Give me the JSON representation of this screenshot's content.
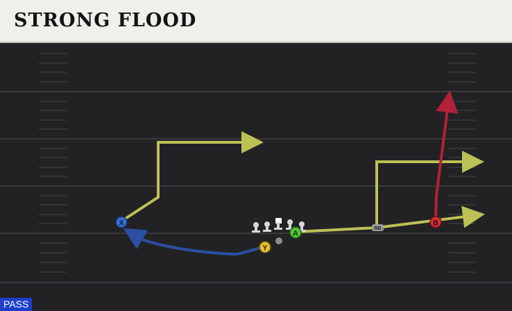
{
  "play": {
    "title": "STRONG FLOOD",
    "mode": "PASS"
  },
  "players": [
    {
      "id": "X",
      "label": "X",
      "color": "#3b6fd6"
    },
    {
      "id": "Y",
      "label": "Y",
      "color": "#e8c130"
    },
    {
      "id": "A",
      "label": "A",
      "color": "#55c43a"
    },
    {
      "id": "B",
      "label": "B",
      "color": "#d6303a"
    }
  ],
  "blocker_tag": "RB",
  "route_colors": {
    "primary": "#bcc155",
    "motion": "#2c4fa3",
    "deep": "#b3203a"
  }
}
